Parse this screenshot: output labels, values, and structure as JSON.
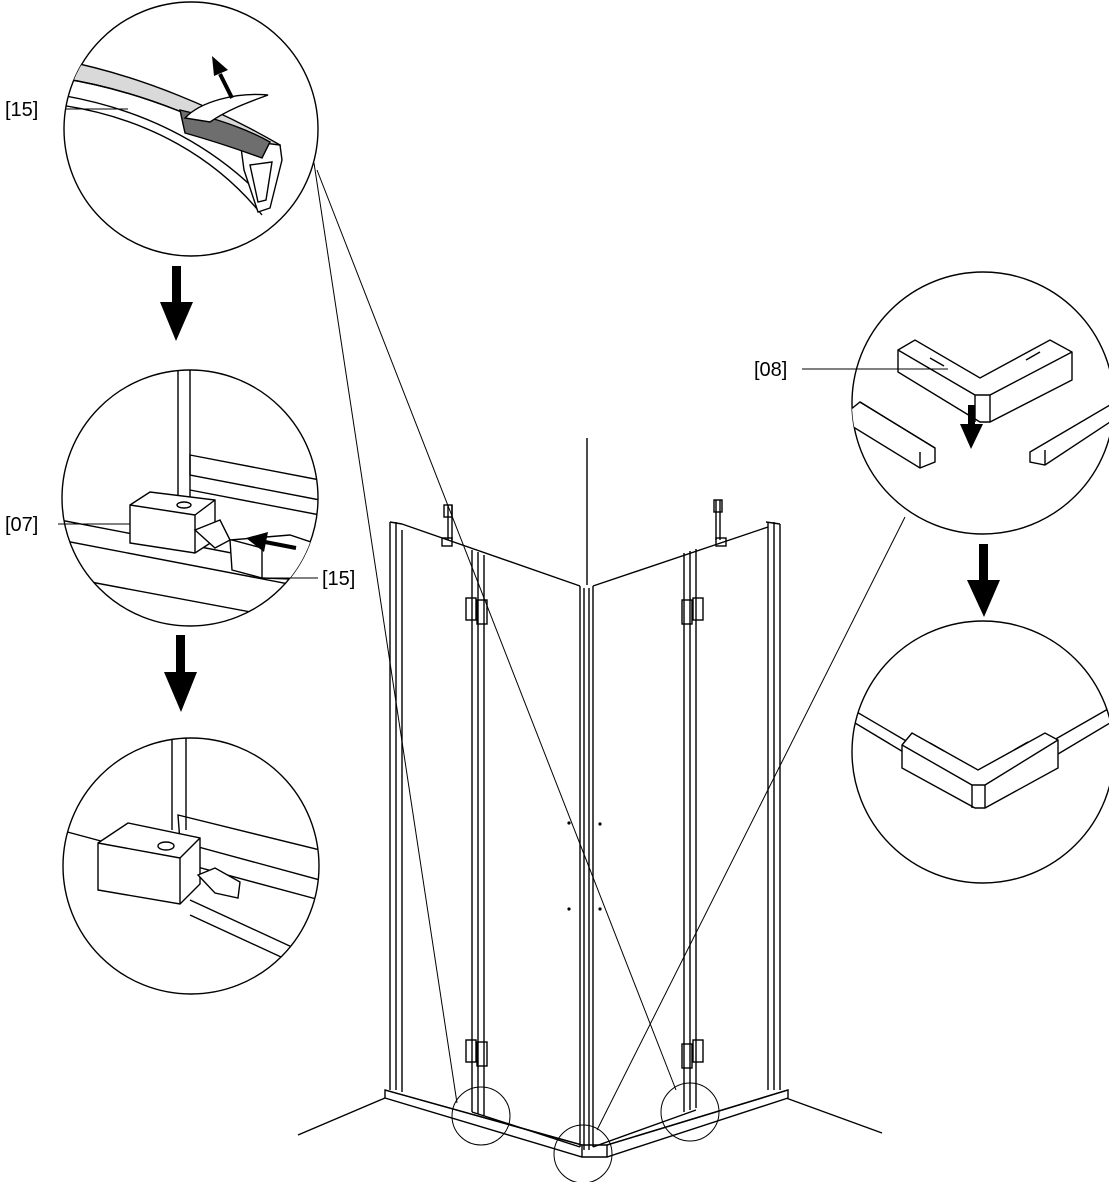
{
  "labels": {
    "part_15_top": "[15]",
    "part_07": "[07]",
    "part_15_mid": "[15]",
    "part_08": "[08]"
  },
  "colors": {
    "ink": "#000000",
    "paper": "#ffffff",
    "tape": "#6e6e6e",
    "tape_light": "#d9d9d9"
  },
  "icons": [
    "down-arrow-icon",
    "up-arrow-icon",
    "left-arrow-icon"
  ]
}
